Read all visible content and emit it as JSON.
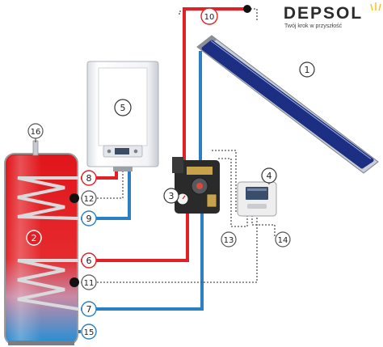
{
  "brand": {
    "name": "DEPSOL",
    "tagline": "Twój krok w przyszłość"
  },
  "markers": {
    "m1": "1",
    "m2": "2",
    "m3": "3",
    "m4": "4",
    "m5": "5",
    "m6": "6",
    "m7": "7",
    "m8": "8",
    "m9": "9",
    "m10": "10",
    "m11": "11",
    "m12": "12",
    "m13": "13",
    "m14": "14",
    "m15": "15",
    "m16": "16"
  },
  "colors": {
    "hot_pipe": "#e32026",
    "cold_pipe": "#2b7fc3",
    "sensor_wire": "#555555",
    "collector_tube": "#1d2f82"
  }
}
